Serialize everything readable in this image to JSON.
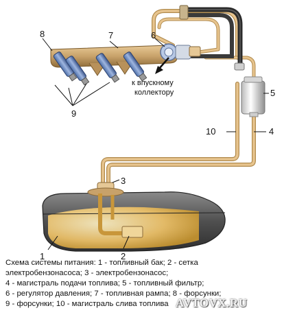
{
  "callouts": {
    "n1": "1",
    "n2": "2",
    "n3": "3",
    "n4": "4",
    "n5": "5",
    "n6": "6",
    "n7": "7",
    "n8": "8",
    "n9": "9",
    "n10": "10"
  },
  "arrow_note": [
    "к впускному",
    "коллектору"
  ],
  "caption": [
    "Схема системы питания: 1 - топливный бак; 2 - сетка",
    "электробензонасоса; 3 - электробензонасос;",
    "4 - магистраль подачи топлива; 5 - топливный фильтр;",
    "6 - регулятор давления; 7 - топливная рампа; 8 - форсунки;",
    "9 - форсунки; 10 - магистраль слива топлива"
  ],
  "watermark": "AVTOVX.RU",
  "colors": {
    "fuel_line": "#e7c48e",
    "fuel_line_edge": "#b08a4c",
    "dark_hose": "#2b2b2b",
    "tank": "#5a5a5a",
    "fuel": "#f3c66a",
    "rail": "#c8a26a"
  }
}
